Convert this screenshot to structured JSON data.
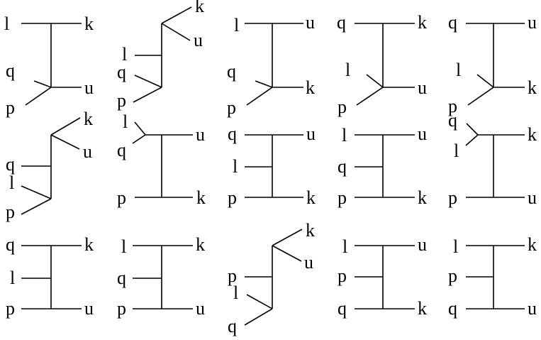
{
  "colors": {
    "line": "#000000",
    "background": "#ffffff"
  },
  "diagrams": [
    {
      "labels": [
        "l",
        "k",
        "q",
        "p",
        "u"
      ]
    },
    {
      "labels": [
        "k",
        "u",
        "l",
        "q",
        "p"
      ]
    },
    {
      "labels": [
        "l",
        "u",
        "q",
        "p",
        "k"
      ]
    },
    {
      "labels": [
        "q",
        "k",
        "l",
        "p",
        "u"
      ]
    },
    {
      "labels": [
        "q",
        "u",
        "l",
        "p",
        "k"
      ]
    },
    {
      "labels": [
        "k",
        "u",
        "q",
        "l",
        "p"
      ]
    },
    {
      "labels": [
        "l",
        "q",
        "u",
        "p",
        "k"
      ]
    },
    {
      "labels": [
        "q",
        "u",
        "l",
        "p",
        "k"
      ]
    },
    {
      "labels": [
        "l",
        "u",
        "q",
        "p",
        "k"
      ]
    },
    {
      "labels": [
        "q",
        "l",
        "k",
        "p",
        "u"
      ]
    },
    {
      "labels": [
        "q",
        "k",
        "l",
        "p",
        "u"
      ]
    },
    {
      "labels": [
        "l",
        "k",
        "q",
        "p",
        "u"
      ]
    },
    {
      "labels": [
        "k",
        "u",
        "p",
        "l",
        "q"
      ]
    },
    {
      "labels": [
        "l",
        "u",
        "p",
        "q",
        "k"
      ]
    },
    {
      "labels": [
        "l",
        "k",
        "p",
        "q",
        "u"
      ]
    }
  ]
}
